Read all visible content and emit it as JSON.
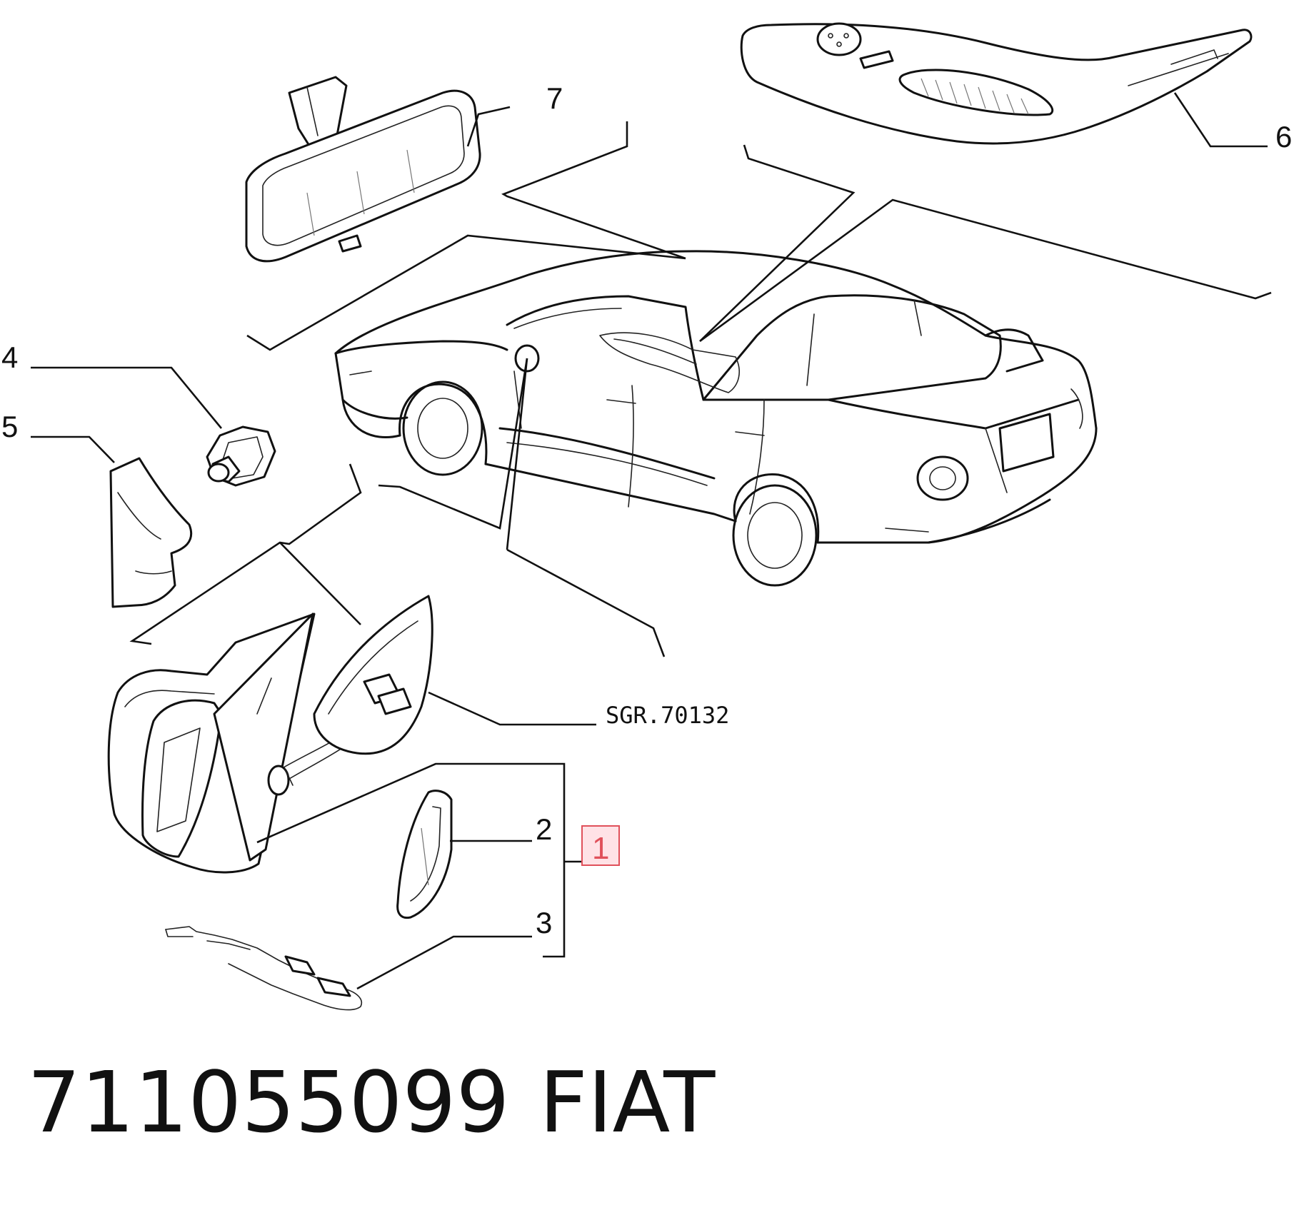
{
  "callouts": {
    "c1": "1",
    "c2": "2",
    "c3": "3",
    "c4": "4",
    "c5": "5",
    "c6": "6",
    "c7": "7"
  },
  "reference": "SGR.70132",
  "footer": {
    "part_number": "711055099",
    "brand": "FIAT"
  },
  "colors": {
    "line": "#111111",
    "highlight_fill": "#ffbec8",
    "highlight_stroke": "#e0505a"
  }
}
